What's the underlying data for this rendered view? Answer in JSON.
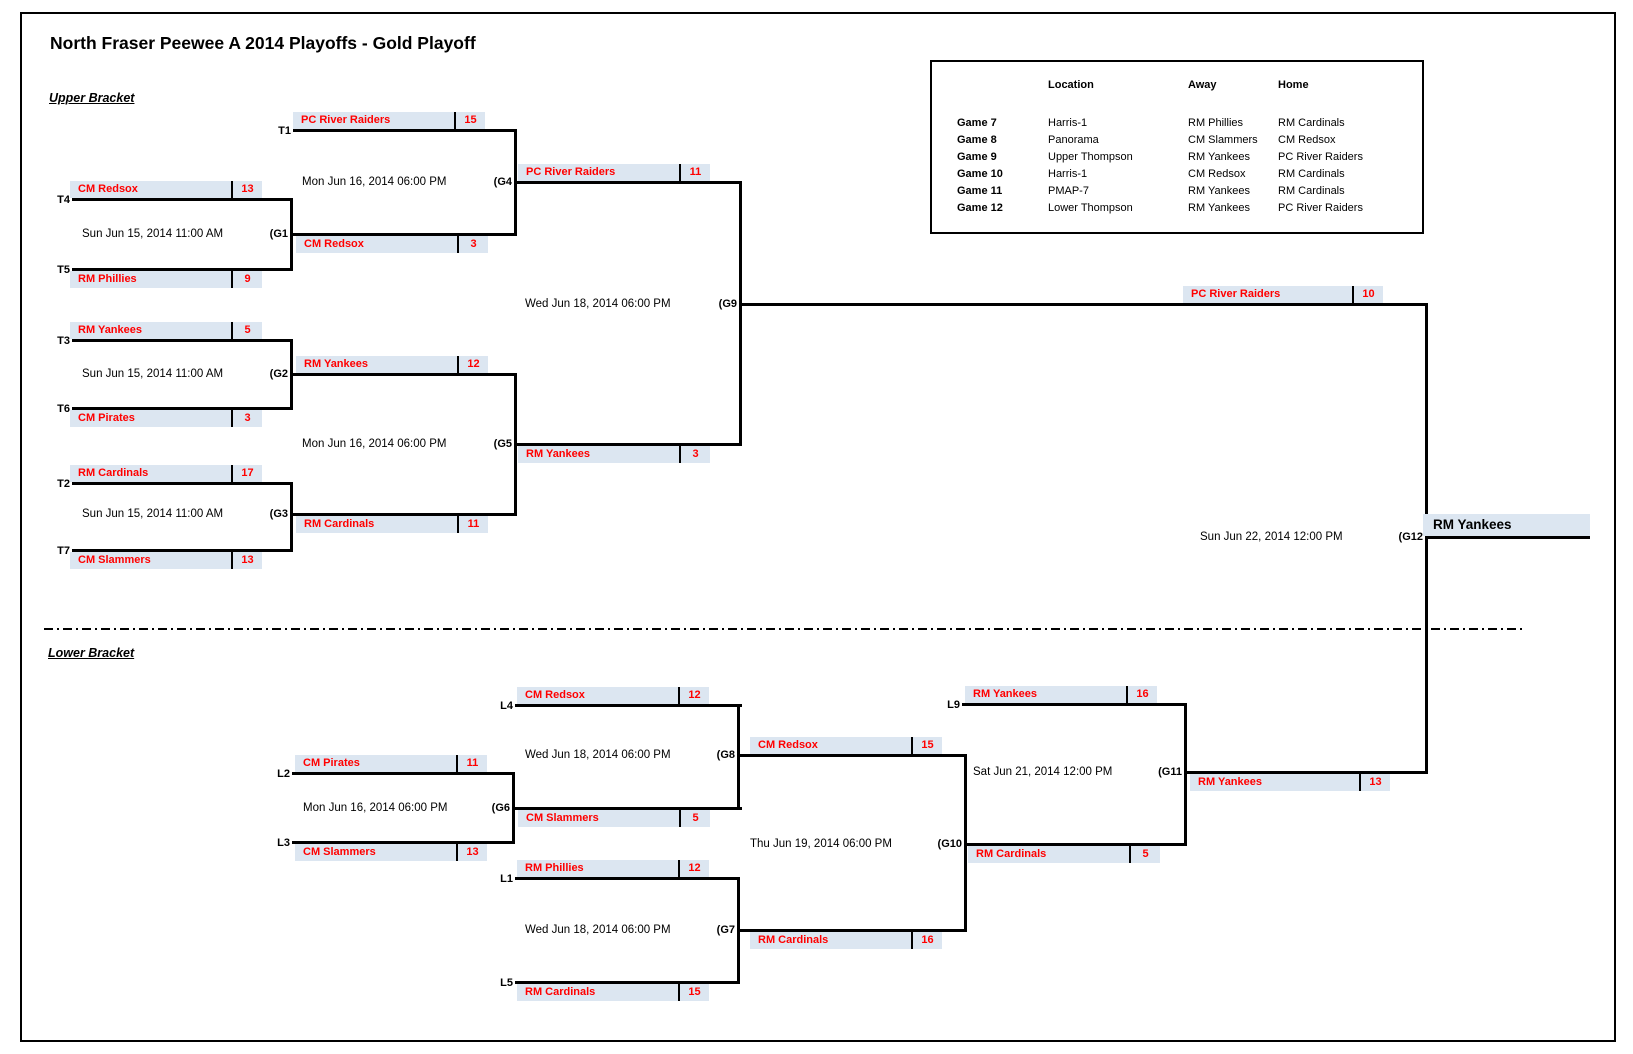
{
  "title": "North Fraser Peewee A 2014 Playoffs - Gold Playoff",
  "sections": {
    "upper": "Upper Bracket",
    "lower": "Lower Bracket"
  },
  "colors": {
    "team_box_fill": "#dce6f1",
    "team_text": "#ff0000",
    "bracket_line": "#000000",
    "champion_text": "#000000"
  },
  "legend": {
    "headers": {
      "game": "",
      "location": "Location",
      "away": "Away",
      "home": "Home"
    },
    "rows": [
      {
        "game": "Game 7",
        "location": "Harris-1",
        "away": "RM Phillies",
        "home": "RM Cardinals"
      },
      {
        "game": "Game 8",
        "location": "Panorama",
        "away": "CM Slammers",
        "home": "CM Redsox"
      },
      {
        "game": "Game 9",
        "location": "Upper Thompson",
        "away": "RM Yankees",
        "home": "PC River Raiders"
      },
      {
        "game": "Game 10",
        "location": "Harris-1",
        "away": "CM Redsox",
        "home": "RM Cardinals"
      },
      {
        "game": "Game 11",
        "location": "PMAP-7",
        "away": "RM Yankees",
        "home": "RM Cardinals"
      },
      {
        "game": "Game 12",
        "location": "Lower Thompson",
        "away": "RM Yankees",
        "home": "PC River Raiders"
      }
    ]
  },
  "bracket": {
    "seeds": {
      "t1": "T1",
      "t2": "T2",
      "t3": "T3",
      "t4": "T4",
      "t5": "T5",
      "t6": "T6",
      "t7": "T7",
      "l1": "L1",
      "l2": "L2",
      "l3": "L3",
      "l4": "L4",
      "l5": "L5",
      "l9": "L9"
    },
    "game_labels": {
      "g1": "(G1",
      "g2": "(G2",
      "g3": "(G3",
      "g4": "(G4",
      "g5": "(G5",
      "g6": "(G6",
      "g7": "(G7",
      "g8": "(G8",
      "g9": "(G9",
      "g10": "(G10",
      "g11": "(G11",
      "g12": "(G12"
    },
    "dates": {
      "g1": "Sun Jun 15, 2014 11:00 AM",
      "g2": "Sun Jun 15, 2014 11:00 AM",
      "g3": "Sun Jun 15, 2014 11:00 AM",
      "g4": "Mon Jun 16, 2014 06:00 PM",
      "g5": "Mon Jun 16, 2014 06:00 PM",
      "g6": "Mon Jun 16, 2014 06:00 PM",
      "g7": "Wed Jun 18, 2014 06:00 PM",
      "g8": "Wed Jun 18, 2014 06:00 PM",
      "g9": "Wed Jun 18, 2014 06:00 PM",
      "g10": "Thu Jun 19, 2014 06:00 PM",
      "g11": "Sat Jun 21, 2014 12:00 PM",
      "g12": "Sun Jun 22, 2014 12:00 PM"
    },
    "slots": {
      "t1": {
        "team": "PC River Raiders",
        "score": "15"
      },
      "t4": {
        "team": "CM Redsox",
        "score": "13"
      },
      "t5": {
        "team": "RM Phillies",
        "score": "9"
      },
      "t3": {
        "team": "RM Yankees",
        "score": "5"
      },
      "t6": {
        "team": "CM Pirates",
        "score": "3"
      },
      "t2": {
        "team": "RM Cardinals",
        "score": "17"
      },
      "t7": {
        "team": "CM Slammers",
        "score": "13"
      },
      "g1w": {
        "team": "CM Redsox",
        "score": "3"
      },
      "g2w": {
        "team": "RM Yankees",
        "score": "12"
      },
      "g3w": {
        "team": "RM Cardinals",
        "score": "11"
      },
      "g4w": {
        "team": "PC River Raiders",
        "score": "11"
      },
      "g5w": {
        "team": "RM Yankees",
        "score": "3"
      },
      "g9w": {
        "team": "PC River Raiders",
        "score": "10"
      },
      "l4": {
        "team": "CM Redsox",
        "score": "12"
      },
      "l2": {
        "team": "CM Pirates",
        "score": "11"
      },
      "l3": {
        "team": "CM Slammers",
        "score": "13"
      },
      "l1": {
        "team": "RM Phillies",
        "score": "12"
      },
      "l5": {
        "team": "RM Cardinals",
        "score": "15"
      },
      "l9": {
        "team": "RM Yankees",
        "score": "16"
      },
      "g6w": {
        "team": "CM Slammers",
        "score": "5"
      },
      "g8w": {
        "team": "CM Redsox",
        "score": "15"
      },
      "g7w": {
        "team": "RM Cardinals",
        "score": "16"
      },
      "g10w": {
        "team": "RM Cardinals",
        "score": "5"
      },
      "g11w": {
        "team": "RM Yankees",
        "score": "13"
      },
      "champion": {
        "team": "RM Yankees"
      }
    }
  }
}
